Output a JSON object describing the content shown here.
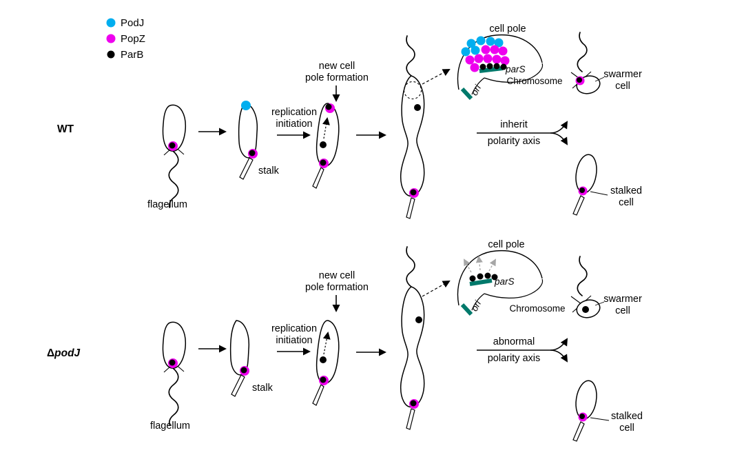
{
  "colors": {
    "podj": "#00AEEF",
    "popz": "#EE00EE",
    "parb": "#000000",
    "site": "#00796B",
    "gray": "#A6A6A6"
  },
  "legend": {
    "items": [
      {
        "label": "PodJ"
      },
      {
        "label": "PopZ"
      },
      {
        "label": "ParB"
      }
    ]
  },
  "wt": {
    "row_label": "WT",
    "flagellum": "flagellum",
    "stalk": "stalk",
    "replication": [
      "replication",
      "initiation"
    ],
    "new_pole": [
      "new cell",
      "pole formation"
    ],
    "inset": {
      "cell_pole": "cell pole",
      "parS": "parS",
      "ori": "ori",
      "chromosome": "Chromosome"
    },
    "axis": [
      "inherit",
      "polarity axis"
    ],
    "swarmer": [
      "swarmer",
      "cell"
    ],
    "stalked": [
      "stalked",
      "cell"
    ]
  },
  "dpodj": {
    "row_label_delta": "Δ",
    "row_label_gene": "podJ",
    "flagellum": "flagellum",
    "stalk": "stalk",
    "replication": [
      "replication",
      "initiation"
    ],
    "new_pole": [
      "new cell",
      "pole formation"
    ],
    "inset": {
      "cell_pole": "cell pole",
      "parS": "parS",
      "ori": "ori",
      "chromosome": "Chromosome"
    },
    "axis": [
      "abnormal",
      "polarity axis"
    ],
    "swarmer": [
      "swarmer",
      "cell"
    ],
    "stalked": [
      "stalked",
      "cell"
    ]
  }
}
